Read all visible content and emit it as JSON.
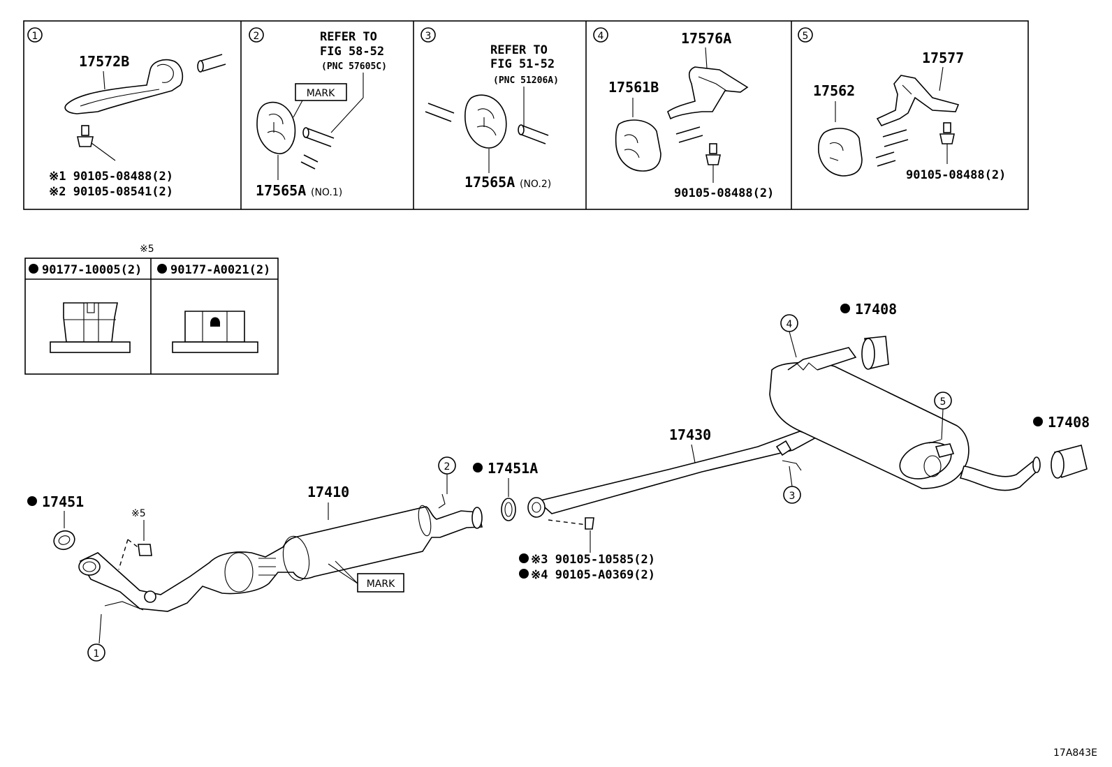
{
  "panels": [
    {
      "num": "1",
      "part": "17572B",
      "bolt1": "※1 90105-08488(2)",
      "bolt2": "※2 90105-08541(2)"
    },
    {
      "num": "2",
      "refer": "REFER TO",
      "fig": "FIG 58-52",
      "pnc": "(PNC 57605C)",
      "mark": "MARK",
      "part": "17565A",
      "sub": "(NO.1)"
    },
    {
      "num": "3",
      "refer": "REFER TO",
      "fig": "FIG 51-52",
      "pnc": "(PNC 51206A)",
      "part": "17565A",
      "sub": "(NO.2)"
    },
    {
      "num": "4",
      "part_a": "17576A",
      "part_b": "17561B",
      "bolt": "90105-08488(2)"
    },
    {
      "num": "5",
      "part_a": "17577",
      "part_b": "17562",
      "bolt": "90105-08488(2)"
    }
  ],
  "nut_table": {
    "note": "※5",
    "col1": "90177-10005(2)",
    "col2": "90177-A0021(2)"
  },
  "main": {
    "p17451": "17451",
    "note5": "※5",
    "p17410": "17410",
    "mark": "MARK",
    "p17451a": "17451A",
    "bolt3": "※3 90105-10585(2)",
    "bolt4": "※4 90105-A0369(2)",
    "p17430": "17430",
    "p17408_top": "17408",
    "p17408_right": "17408",
    "callouts": [
      "1",
      "2",
      "3",
      "4",
      "5"
    ]
  },
  "figure_id": "17A843E"
}
